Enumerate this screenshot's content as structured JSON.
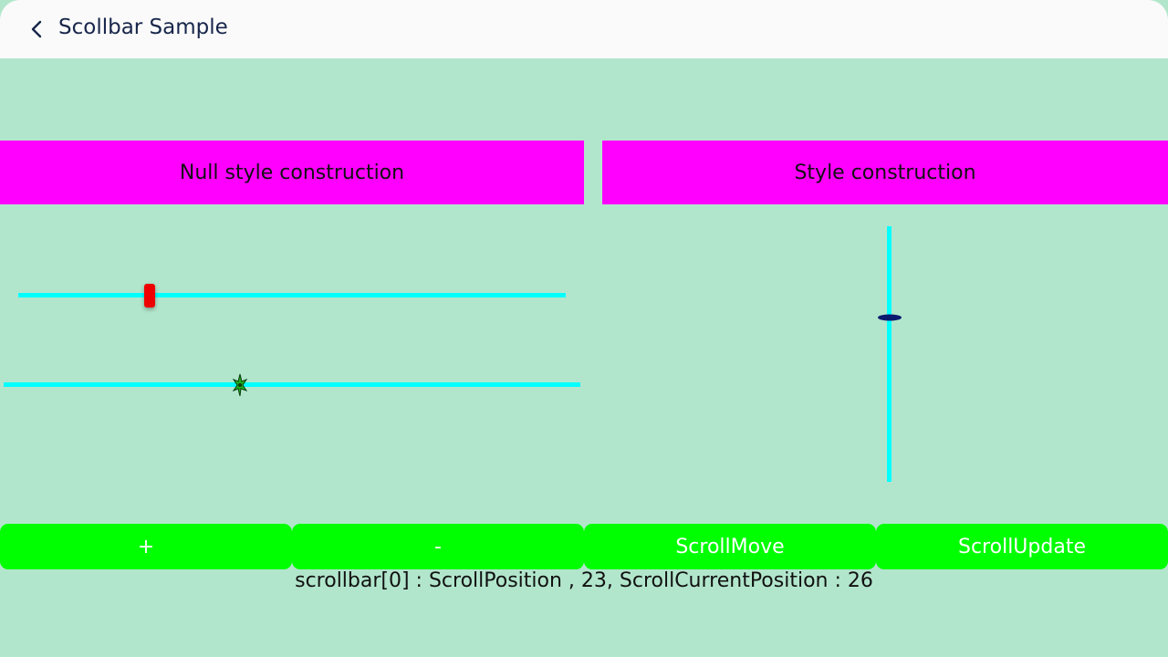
{
  "app_bar": {
    "title": "Scollbar Sample",
    "back_icon": "chevron-left-icon"
  },
  "headers": {
    "left": "Null style construction",
    "right": "Style construction"
  },
  "colors": {
    "background": "#b2e6cc",
    "header": "#ff00ff",
    "track": "#00ffff",
    "button": "#00ff00",
    "thumb_red": "#ee0000",
    "thumb_navy": "#0a1a6e"
  },
  "scrollbars": [
    {
      "orientation": "horizontal",
      "position_fraction": 0.24,
      "thumb": "red-rect"
    },
    {
      "orientation": "horizontal",
      "position_fraction": 0.41,
      "thumb": "green-star-icon"
    },
    {
      "orientation": "vertical",
      "position_fraction": 0.34,
      "thumb": "navy-ellipse"
    }
  ],
  "buttons": {
    "plus": "+",
    "minus": "-",
    "scroll_move": "ScrollMove",
    "scroll_update": "ScrollUpdate"
  },
  "status_text": "scrollbar[0] : ScrollPosition , 23, ScrollCurrentPosition : 26"
}
